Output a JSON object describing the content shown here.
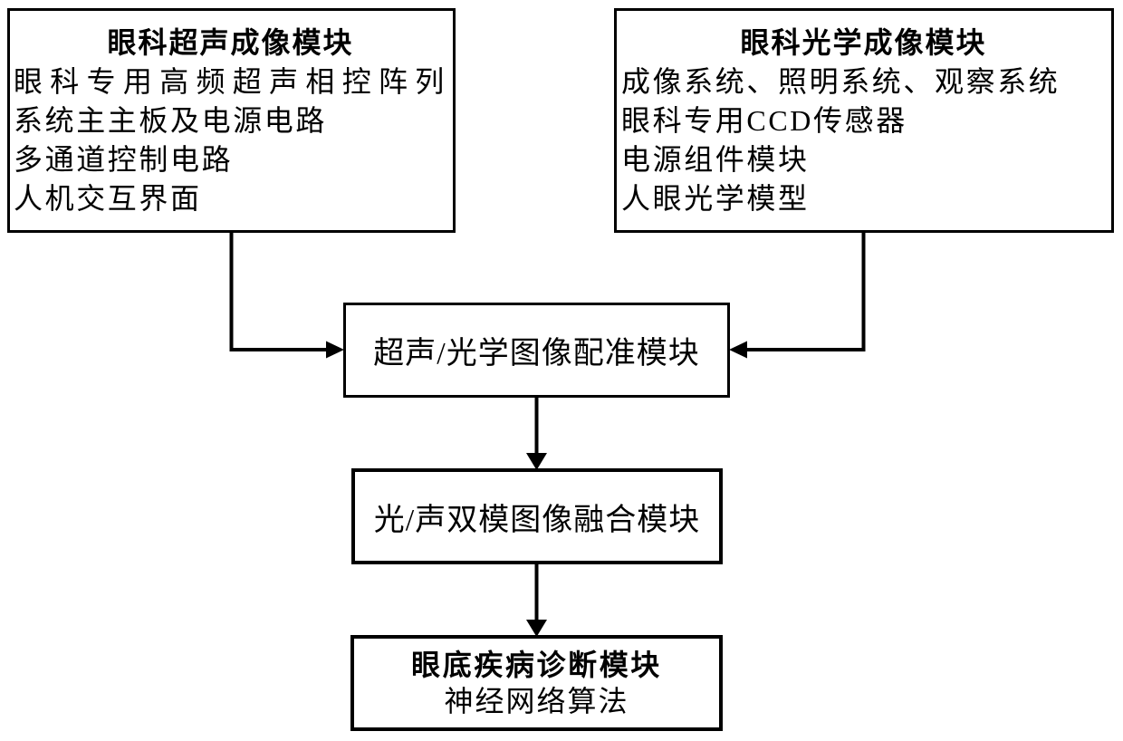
{
  "modules": {
    "ultrasound": {
      "title": "眼科超声成像模块",
      "items": [
        "眼科专用高频超声相控阵列",
        "系统主主板及电源电路",
        "多通道控制电路",
        "人机交互界面"
      ]
    },
    "optical": {
      "title": "眼科光学成像模块",
      "items": [
        "成像系统、照明系统、观察系统",
        "眼科专用CCD传感器",
        "电源组件模块",
        "人眼光学模型"
      ]
    },
    "registration": {
      "title": "超声/光学图像配准模块"
    },
    "fusion": {
      "title": "光/声双模图像融合模块"
    },
    "diagnosis": {
      "title": "眼底疾病诊断模块",
      "subtitle": "神经网络算法"
    }
  },
  "colors": {
    "ink": "#000000",
    "background": "#ffffff"
  }
}
